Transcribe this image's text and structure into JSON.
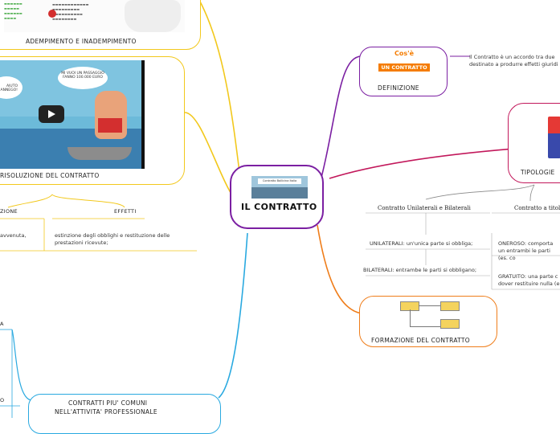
{
  "central": {
    "title": "IL CONTRATTO",
    "thumb_caption": "Contratto Bollicina Italia"
  },
  "branches": {
    "adempimento": {
      "label": "ADEMPIMENTO E INADEMPIMENTO"
    },
    "risoluzione": {
      "label": "RISOLUZIONE DEL CONTRATTO",
      "video_bubble_1": "MI VUOI UN PASSAGGIO FANNO 100.000 EURO",
      "video_bubble_2": "AIUTO ANNEGO!",
      "sub_left": "ZIONE",
      "sub_left_text": "avvenuta,",
      "sub_effetti": "EFFETTI",
      "effetti_text": "estinzione degli obblighi e restituzione delle prestazioni ricevute;"
    },
    "definizione": {
      "badge_line1": "Cos'è",
      "badge_line2": "UN CONTRATTO",
      "label": "DEFINIZIONE",
      "text": "Il Contratto è un accordo tra due destinato a produrre effetti giuridi"
    },
    "tipologie": {
      "label": "TIPOLOGIE",
      "uni_bil_header": "Contratto Unilaterali e Bilaterali",
      "unilaterali": "UNILATERALI: un'unica parte si obbliga;",
      "bilaterali": "BILATERALI: entrambe le parti si obbligano;",
      "titolo_header": "Contratto a titolo",
      "oneroso": "ONEROSO: comporta un entrambi le parti (es. co",
      "gratuito": "GRATUITO: una parte c dover restituire nulla (e"
    },
    "formazione": {
      "label": "FORMAZIONE DEL CONTRATTO"
    },
    "comuni": {
      "label_line1": "CONTRATTI PIU' COMUNI",
      "label_line2": "NELL'ATTIVITA' PROFESSIONALE"
    },
    "left_fragments": {
      "a": "A",
      "o": "O"
    }
  },
  "colors": {
    "adempimento": "#f2c81c",
    "risoluzione": "#f2c81c",
    "definizione": "#7b1fa2",
    "tipologie": "#c2185b",
    "formazione": "#ef7d1a",
    "comuni": "#29a9e0",
    "left_branch": "#8bc34a",
    "center": "#7b1fa2"
  }
}
